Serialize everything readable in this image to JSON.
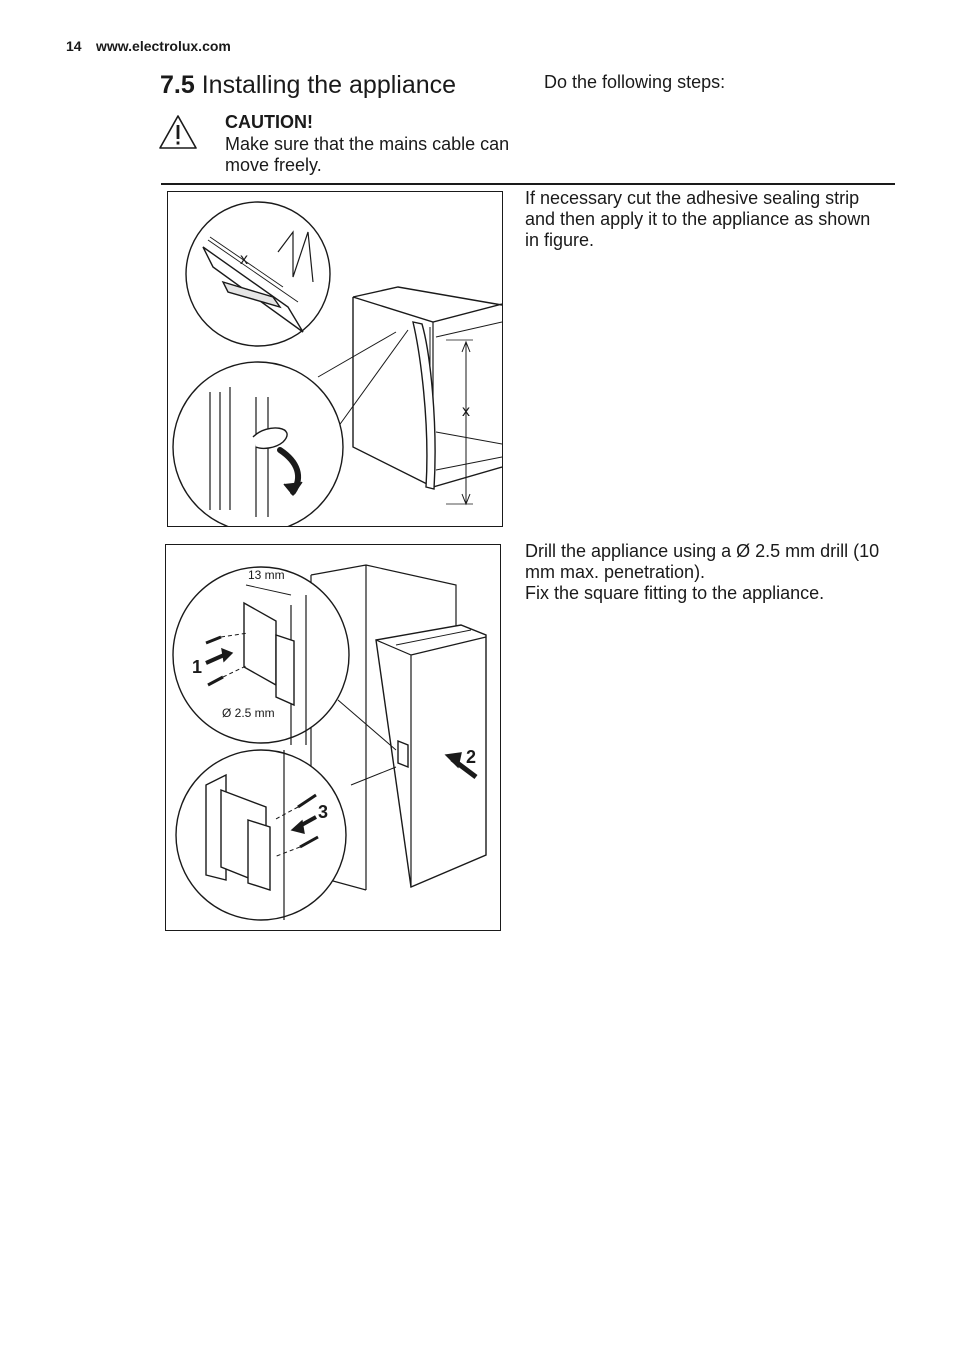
{
  "header": {
    "page_number": "14",
    "site": "www.electrolux.com"
  },
  "section": {
    "number": "7.5",
    "title": "Installing the appliance"
  },
  "intro": "Do the following steps:",
  "caution": {
    "heading": "CAUTION!",
    "text": "Make sure that the mains cable can move freely."
  },
  "steps": [
    {
      "lines": [
        "If necessary cut the adhesive sealing strip and then apply it to the appliance as shown in figure."
      ],
      "figure": {
        "labels": [
          "x",
          "x"
        ]
      }
    },
    {
      "lines": [
        "Drill the appliance using a Ø 2.5 mm drill (10 mm max. penetration).",
        "Fix the square fitting to the appliance."
      ],
      "figure": {
        "dimension_label": "13 mm",
        "drill_label": "Ø 2.5 mm",
        "callouts": [
          "1",
          "2",
          "3"
        ]
      }
    }
  ]
}
